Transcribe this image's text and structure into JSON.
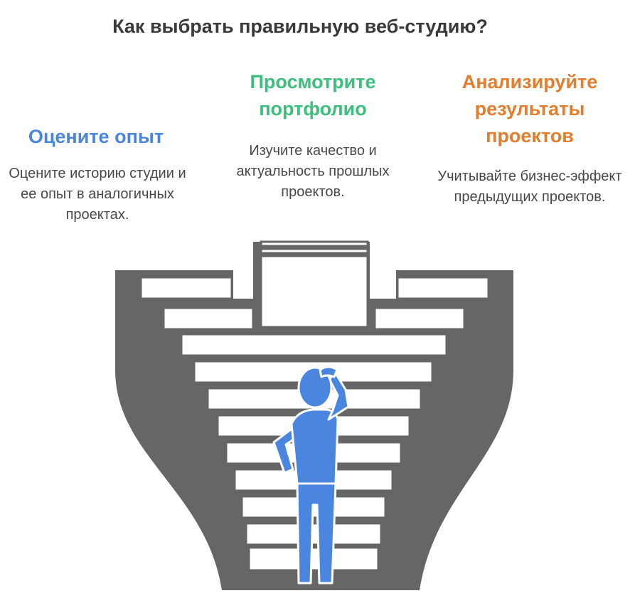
{
  "title": "Как выбрать правильную веб-студию?",
  "colors": {
    "left": "#4a86e0",
    "middle": "#3cbf7c",
    "right": "#e27e2d",
    "stairs": "#666666",
    "person": "#4a86e0"
  },
  "steps": [
    {
      "heading": "Оцените опыт",
      "description": "Оцените историю студии и ее опыт в аналогичных проектах."
    },
    {
      "heading": "Просмотрите портфолио",
      "description": "Изучите качество и актуальность прошлых проектов."
    },
    {
      "heading": "Анализируйте результаты проектов",
      "description": "Учитывайте бизнес-эффект предыдущих проектов."
    }
  ]
}
